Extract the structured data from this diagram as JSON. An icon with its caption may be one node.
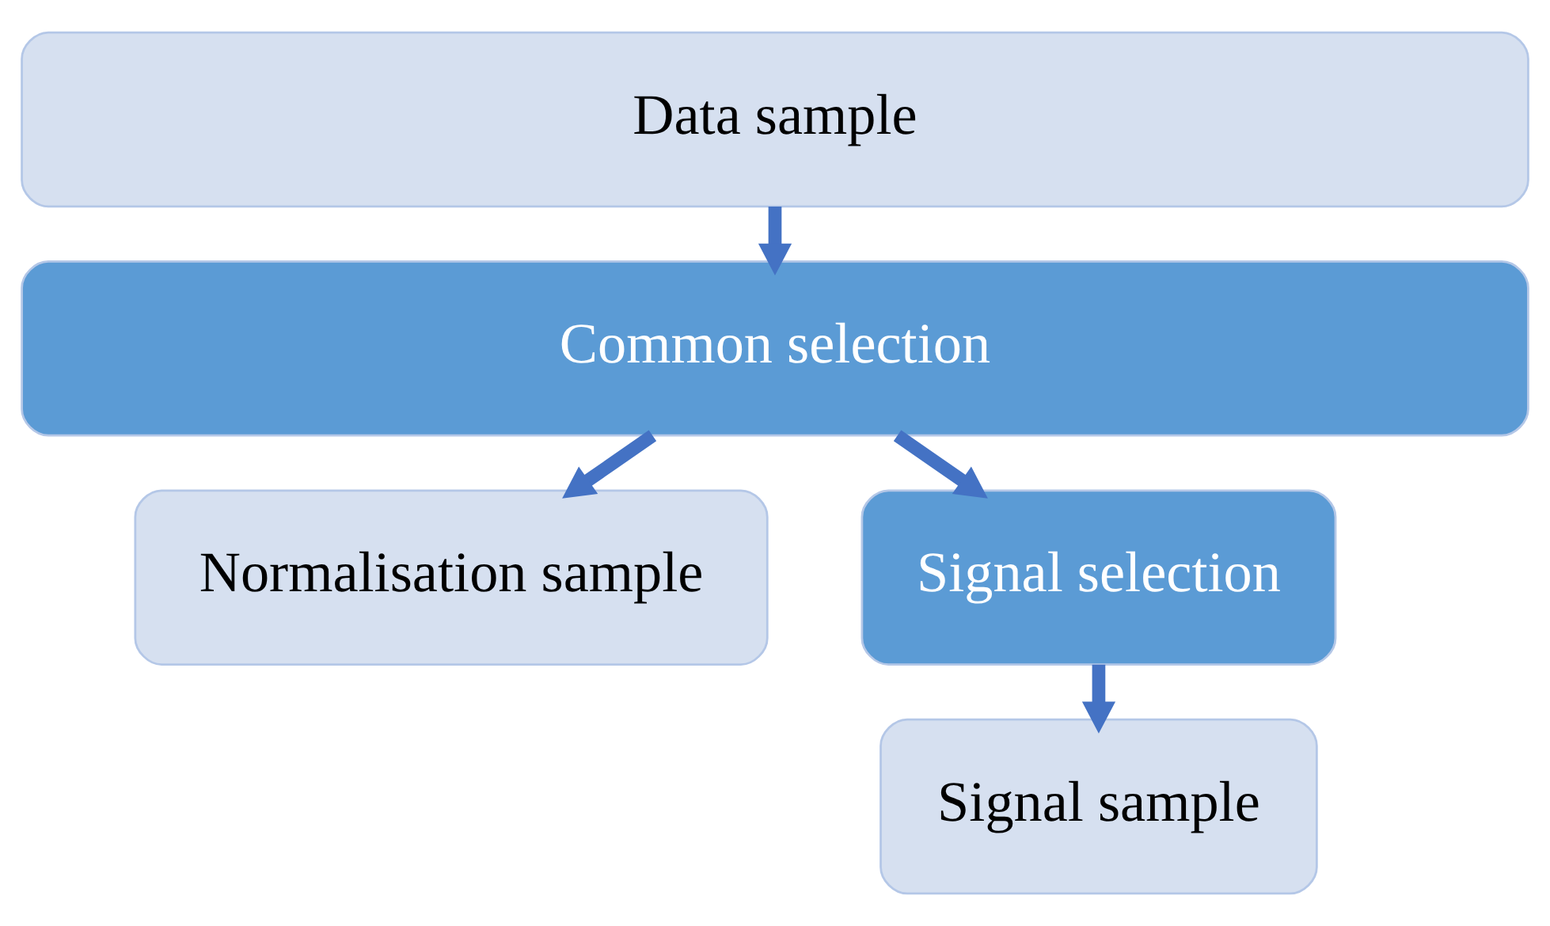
{
  "diagram": {
    "nodes": [
      {
        "text": [
          "Data sample"
        ]
      },
      {
        "text": [
          "Common selection"
        ]
      },
      {
        "text": [
          "Normalisation sample"
        ]
      },
      {
        "text": [
          "Signal selection"
        ]
      },
      {
        "text": [
          "Signal sample"
        ]
      }
    ],
    "edges": [
      {
        "from": 0,
        "to": 1,
        "arrow": "to"
      },
      {
        "from": 1,
        "to": 2,
        "arrow": "to"
      },
      {
        "from": 1,
        "to": 3,
        "arrow": "to"
      },
      {
        "from": 3,
        "to": 4,
        "arrow": "to"
      }
    ]
  }
}
